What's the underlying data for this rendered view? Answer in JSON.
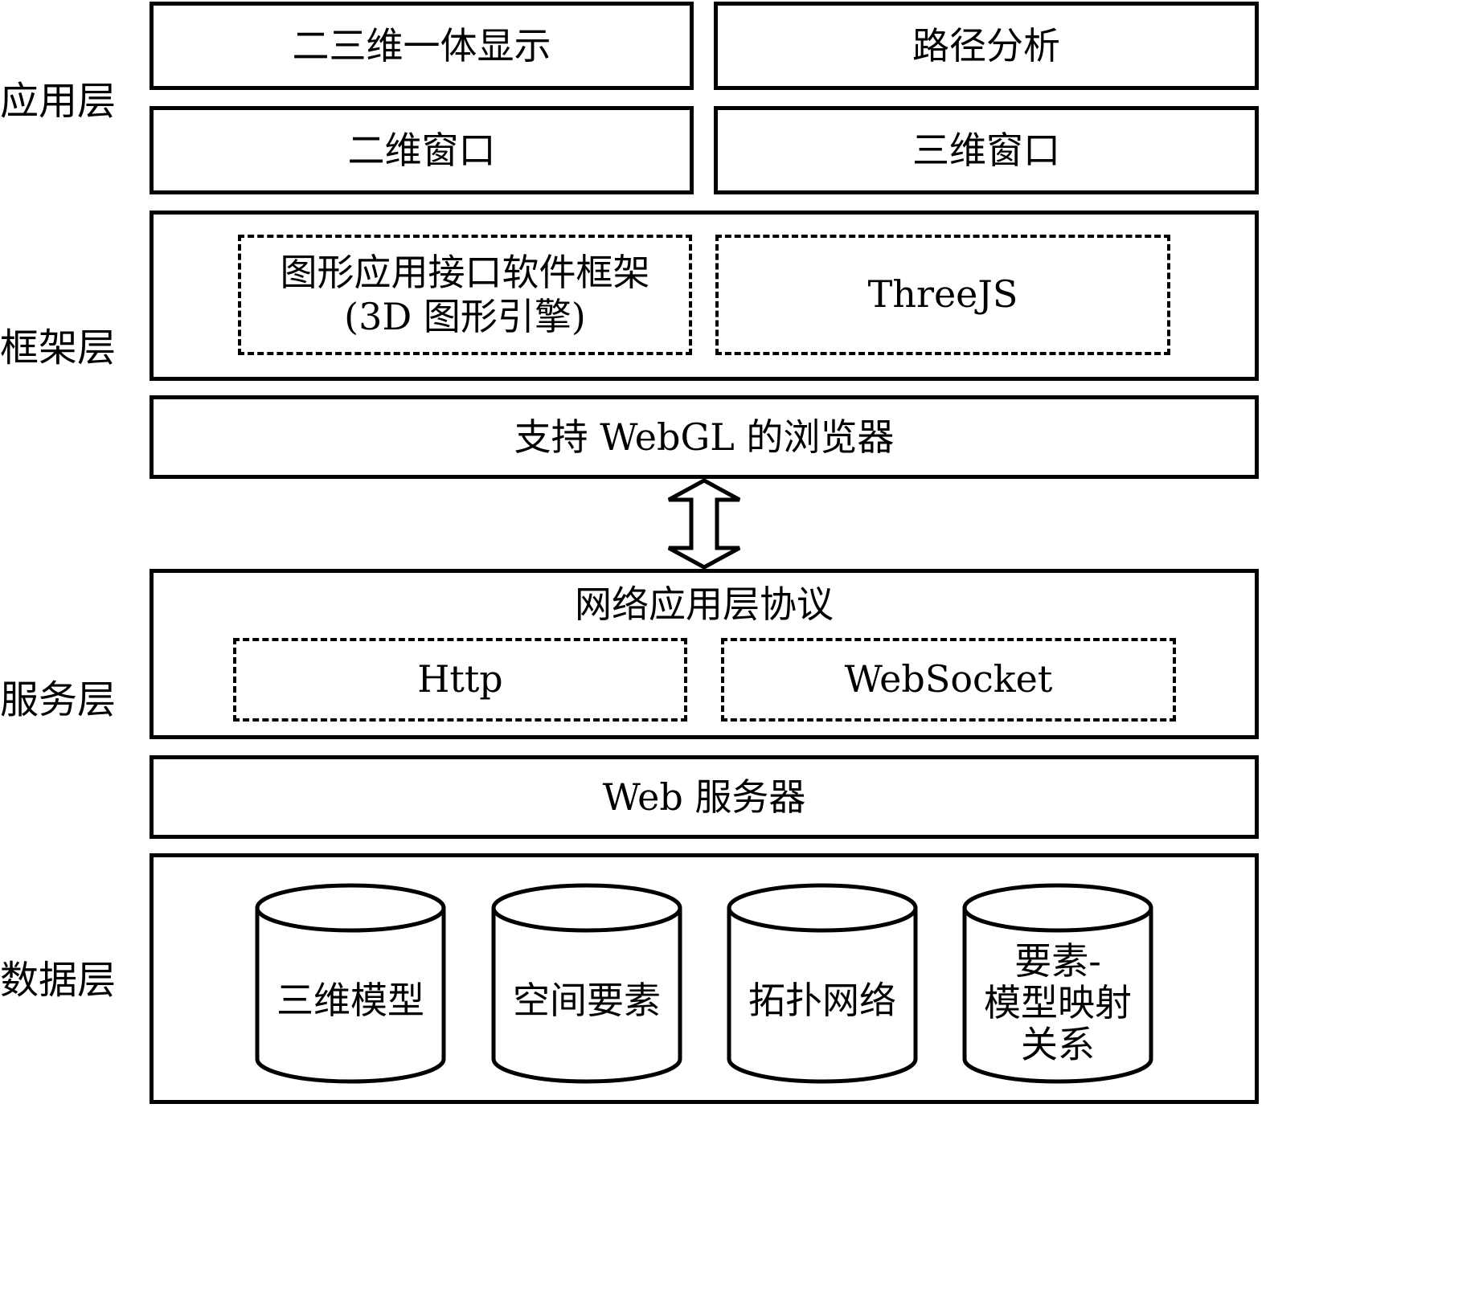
{
  "layers": {
    "application": "应用层",
    "framework": "框架层",
    "service": "服务层",
    "data": "数据层"
  },
  "application": {
    "integrated_display": "二三维一体显示",
    "route_analysis": "路径分析",
    "window_2d": "二维窗口",
    "window_3d": "三维窗口"
  },
  "framework": {
    "graphics_api_line1": "图形应用接口软件框架",
    "graphics_api_line2": "(3D 图形引擎)",
    "threejs": "ThreeJS",
    "browser": "支持 WebGL 的浏览器"
  },
  "service": {
    "protocol_title": "网络应用层协议",
    "http": "Http",
    "websocket": "WebSocket",
    "web_server": "Web 服务器"
  },
  "data": {
    "db1": "三维模型",
    "db2": "空间要素",
    "db3": "拓扑网络",
    "db4_line1": "要素-",
    "db4_line2": "模型映射",
    "db4_line3": "关系"
  }
}
